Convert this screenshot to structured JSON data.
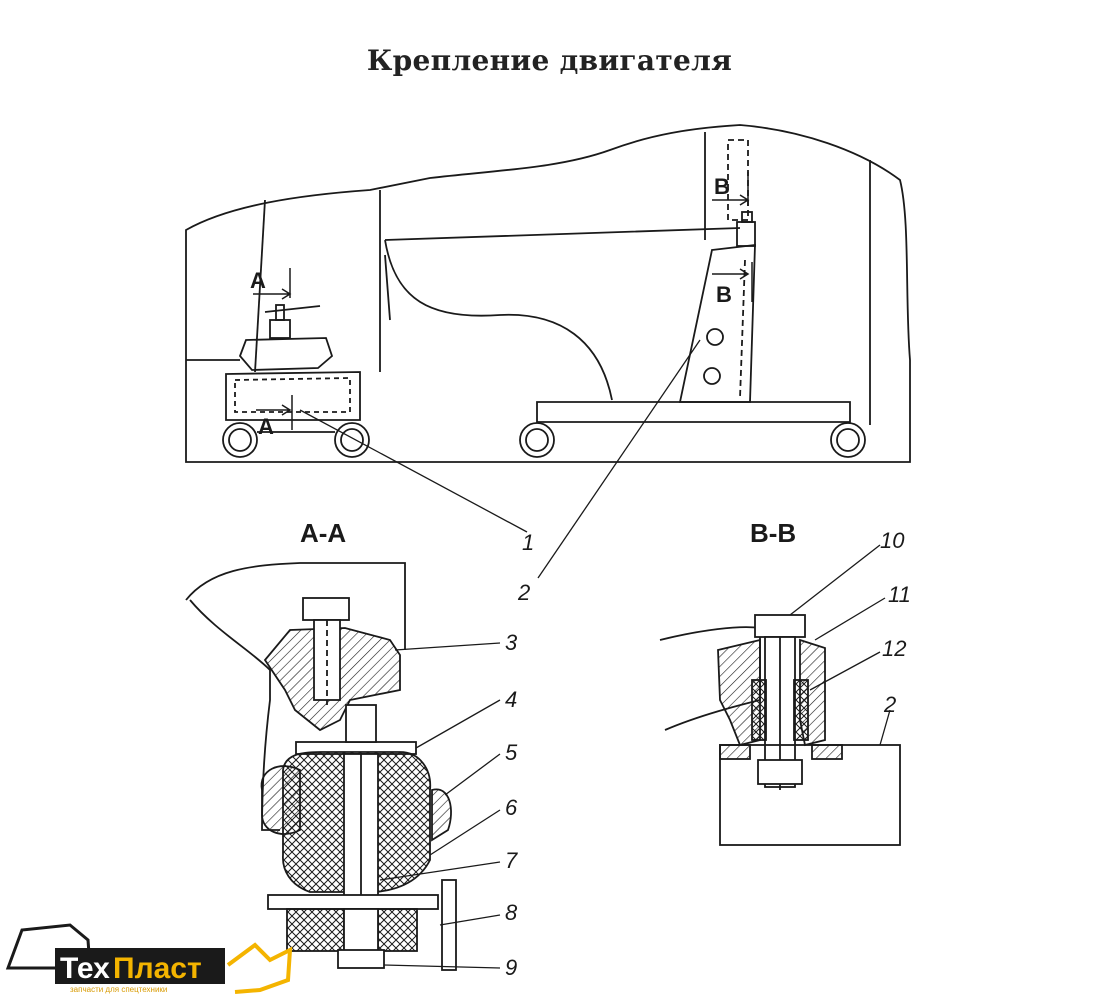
{
  "title": "Крепление двигателя",
  "view_marks": {
    "a": "A",
    "b": "B"
  },
  "sections": {
    "aa": "A-A",
    "bb": "B-B"
  },
  "callouts": [
    "1",
    "2",
    "3",
    "4",
    "5",
    "6",
    "7",
    "8",
    "9",
    "10",
    "11",
    "12"
  ],
  "section_bb_part_label": "2",
  "logo": {
    "word_part1": "Тех",
    "word_part2": "Пласт",
    "tagline": "запчасти для спецтехники",
    "accent_color": "#f4b400"
  },
  "colors": {
    "ink": "#1a1a1a",
    "paper": "#ffffff"
  }
}
